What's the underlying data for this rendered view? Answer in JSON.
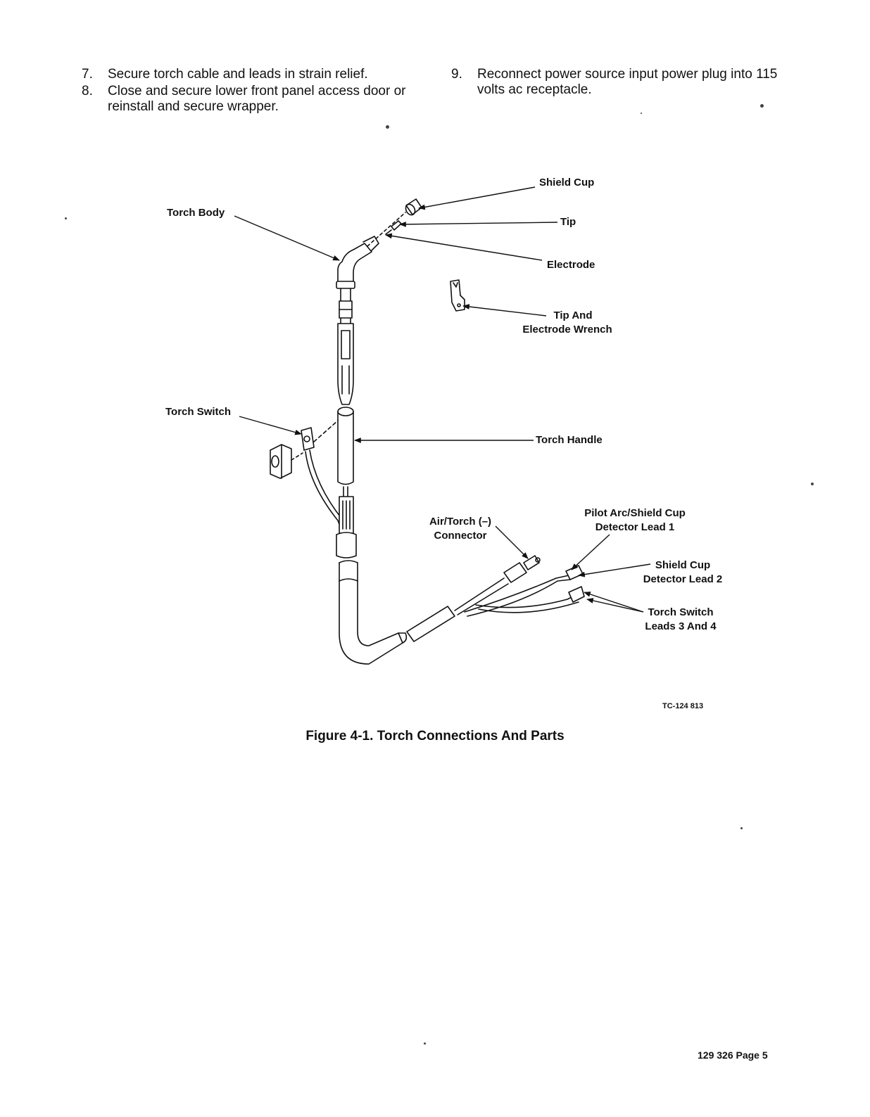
{
  "instructions": {
    "left": [
      {
        "number": "7.",
        "text": "Secure torch cable and leads in strain relief."
      },
      {
        "number": "8.",
        "text": "Close and secure lower front panel access door or reinstall and secure wrapper."
      }
    ],
    "right": [
      {
        "number": "9.",
        "text": "Reconnect power source input power plug into 115 volts ac receptacle."
      }
    ]
  },
  "figure": {
    "labels": {
      "shield_cup": "Shield Cup",
      "tip": "Tip",
      "electrode": "Electrode",
      "torch_body": "Torch Body",
      "wrench_line1": "Tip And",
      "wrench_line2": "Electrode Wrench",
      "torch_switch": "Torch Switch",
      "torch_handle": "Torch Handle",
      "air_torch_line1": "Air/Torch (–)",
      "air_torch_line2": "Connector",
      "pilot_arc_line1": "Pilot Arc/Shield Cup",
      "pilot_arc_line2": "Detector Lead 1",
      "shield_cup_lead_line1": "Shield Cup",
      "shield_cup_lead_line2": "Detector Lead 2",
      "switch_leads_line1": "Torch Switch",
      "switch_leads_line2": "Leads 3 And 4"
    },
    "drawing_code": "TC-124 813",
    "caption": "Figure 4-1. Torch Connections And Parts"
  },
  "footer": {
    "page_label": "129 326 Page 5"
  }
}
